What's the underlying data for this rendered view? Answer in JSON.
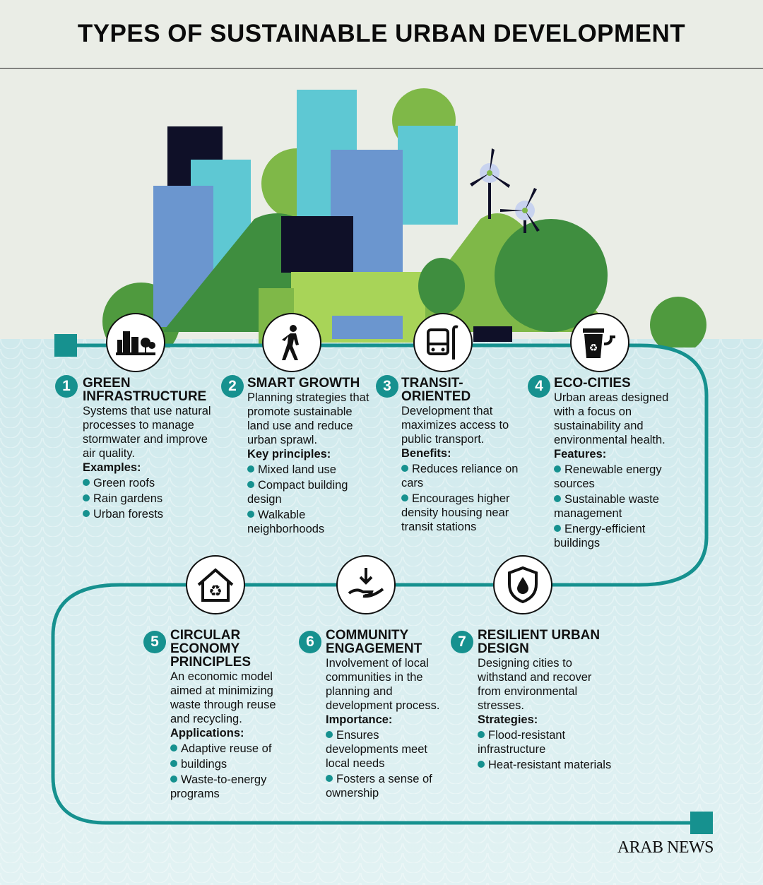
{
  "title": "TYPES OF SUSTAINABLE URBAN DEVELOPMENT",
  "colors": {
    "accent": "#16918f",
    "water": "#d5ecef",
    "background": "#eaede6"
  },
  "sections": [
    {
      "number": "1",
      "icon": "city-trees-icon",
      "title": "GREEN INFRASTRUCTURE",
      "description": "Systems that use natural processes to manage stormwater and improve air quality.",
      "label": "Examples:",
      "bullets": [
        "Green roofs",
        "Rain gardens",
        "Urban forests"
      ]
    },
    {
      "number": "2",
      "icon": "walking-person-icon",
      "title": "SMART GROWTH",
      "description": "Planning strategies that promote sustainable land use and reduce urban sprawl.",
      "label": "Key principles:",
      "bullets": [
        "Mixed land use",
        "Compact building design",
        "Walkable neighborhoods"
      ]
    },
    {
      "number": "3",
      "icon": "bus-stop-icon",
      "title": "TRANSIT-ORIENTED",
      "description": "Development that maximizes access to public transport.",
      "label": "Benefits:",
      "bullets": [
        "Reduces reliance on cars",
        "Encourages higher density housing near transit stations"
      ]
    },
    {
      "number": "4",
      "icon": "recycle-bin-plug-icon",
      "title": "ECO-CITIES",
      "description": "Urban areas designed with a focus on sustainability and environmental health.",
      "label": "Features:",
      "bullets": [
        "Renewable energy sources",
        "Sustainable waste management",
        "Energy-efficient buildings"
      ]
    },
    {
      "number": "5",
      "icon": "house-recycle-icon",
      "title": "CIRCULAR ECONOMY PRINCIPLES",
      "description": "An economic model aimed at minimizing waste through reuse and recycling.",
      "label": "Applications:",
      "bullets": [
        "Adaptive reuse of",
        "buildings",
        "Waste-to-energy programs"
      ]
    },
    {
      "number": "6",
      "icon": "hand-receive-icon",
      "title": "COMMUNITY ENGAGEMENT",
      "description": "Involvement of local communities in the planning and development process.",
      "label": "Importance:",
      "bullets": [
        "Ensures developments meet local needs",
        "Fosters a sense of ownership"
      ]
    },
    {
      "number": "7",
      "icon": "shield-drop-icon",
      "title": "RESILIENT URBAN DESIGN",
      "description": "Designing cities to withstand and recover from environmental stresses.",
      "label": "Strategies:",
      "bullets": [
        "Flood-resistant infrastructure",
        "Heat-resistant materials"
      ]
    }
  ],
  "logo": "ARAB NEWS"
}
